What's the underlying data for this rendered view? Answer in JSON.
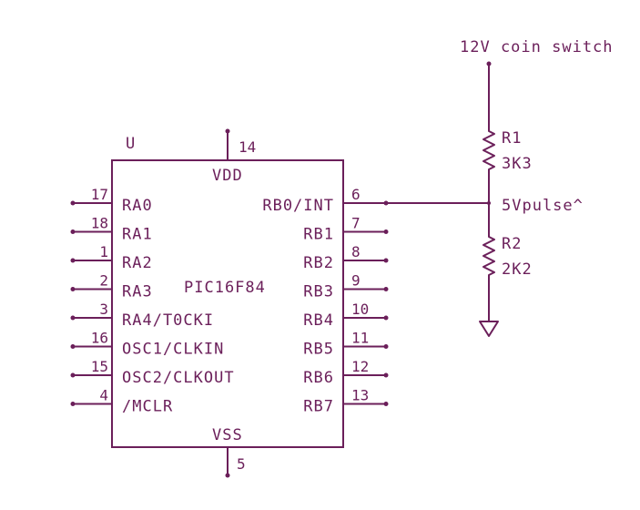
{
  "ic": {
    "ref": "U",
    "part": "PIC16F84",
    "vdd": {
      "label": "VDD",
      "pin": "14"
    },
    "vss": {
      "label": "VSS",
      "pin": "5"
    },
    "left_pins": [
      {
        "name": "RA0",
        "num": "17"
      },
      {
        "name": "RA1",
        "num": "18"
      },
      {
        "name": "RA2",
        "num": "1"
      },
      {
        "name": "RA3",
        "num": "2"
      },
      {
        "name": "RA4/T0CKI",
        "num": "3"
      },
      {
        "name": "OSC1/CLKIN",
        "num": "16"
      },
      {
        "name": "OSC2/CLKOUT",
        "num": "15"
      },
      {
        "name": "/MCLR",
        "num": "4"
      }
    ],
    "right_pins": [
      {
        "name": "RB0/INT",
        "num": "6"
      },
      {
        "name": "RB1",
        "num": "7"
      },
      {
        "name": "RB2",
        "num": "8"
      },
      {
        "name": "RB3",
        "num": "9"
      },
      {
        "name": "RB4",
        "num": "10"
      },
      {
        "name": "RB5",
        "num": "11"
      },
      {
        "name": "RB6",
        "num": "12"
      },
      {
        "name": "RB7",
        "num": "13"
      }
    ]
  },
  "r1": {
    "ref": "R1",
    "value": "3K3"
  },
  "r2": {
    "ref": "R2",
    "value": "2K2"
  },
  "nets": {
    "input": "12V coin switch",
    "output": "5Vpulse^"
  },
  "colors": {
    "ink": "#6b1f5a",
    "background": "#ffffff"
  }
}
